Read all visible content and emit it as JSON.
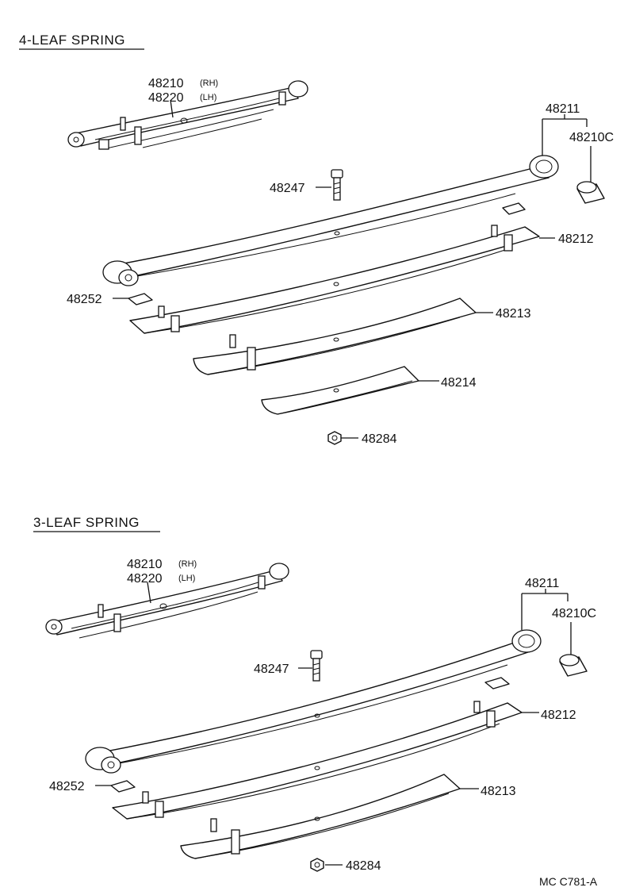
{
  "sections": [
    {
      "title": "4-LEAF SPRING",
      "labels": {
        "assy_rh": "48210",
        "assy_rh_side": "(RH)",
        "assy_lh": "48220",
        "assy_lh_side": "(LH)",
        "leaf_no1": "48211",
        "bushing": "48210C",
        "bolt": "48247",
        "leaf_no2": "48212",
        "insert": "48252",
        "leaf_no3": "48213",
        "leaf_no4": "48214",
        "nut": "48284"
      }
    },
    {
      "title": "3-LEAF SPRING",
      "labels": {
        "assy_rh": "48210",
        "assy_rh_side": "(RH)",
        "assy_lh": "48220",
        "assy_lh_side": "(LH)",
        "leaf_no1": "48211",
        "bushing": "48210C",
        "bolt": "48247",
        "leaf_no2": "48212",
        "insert": "48252",
        "leaf_no3": "48213",
        "nut": "48284"
      }
    }
  ],
  "figure_code": "MC  C781-A"
}
